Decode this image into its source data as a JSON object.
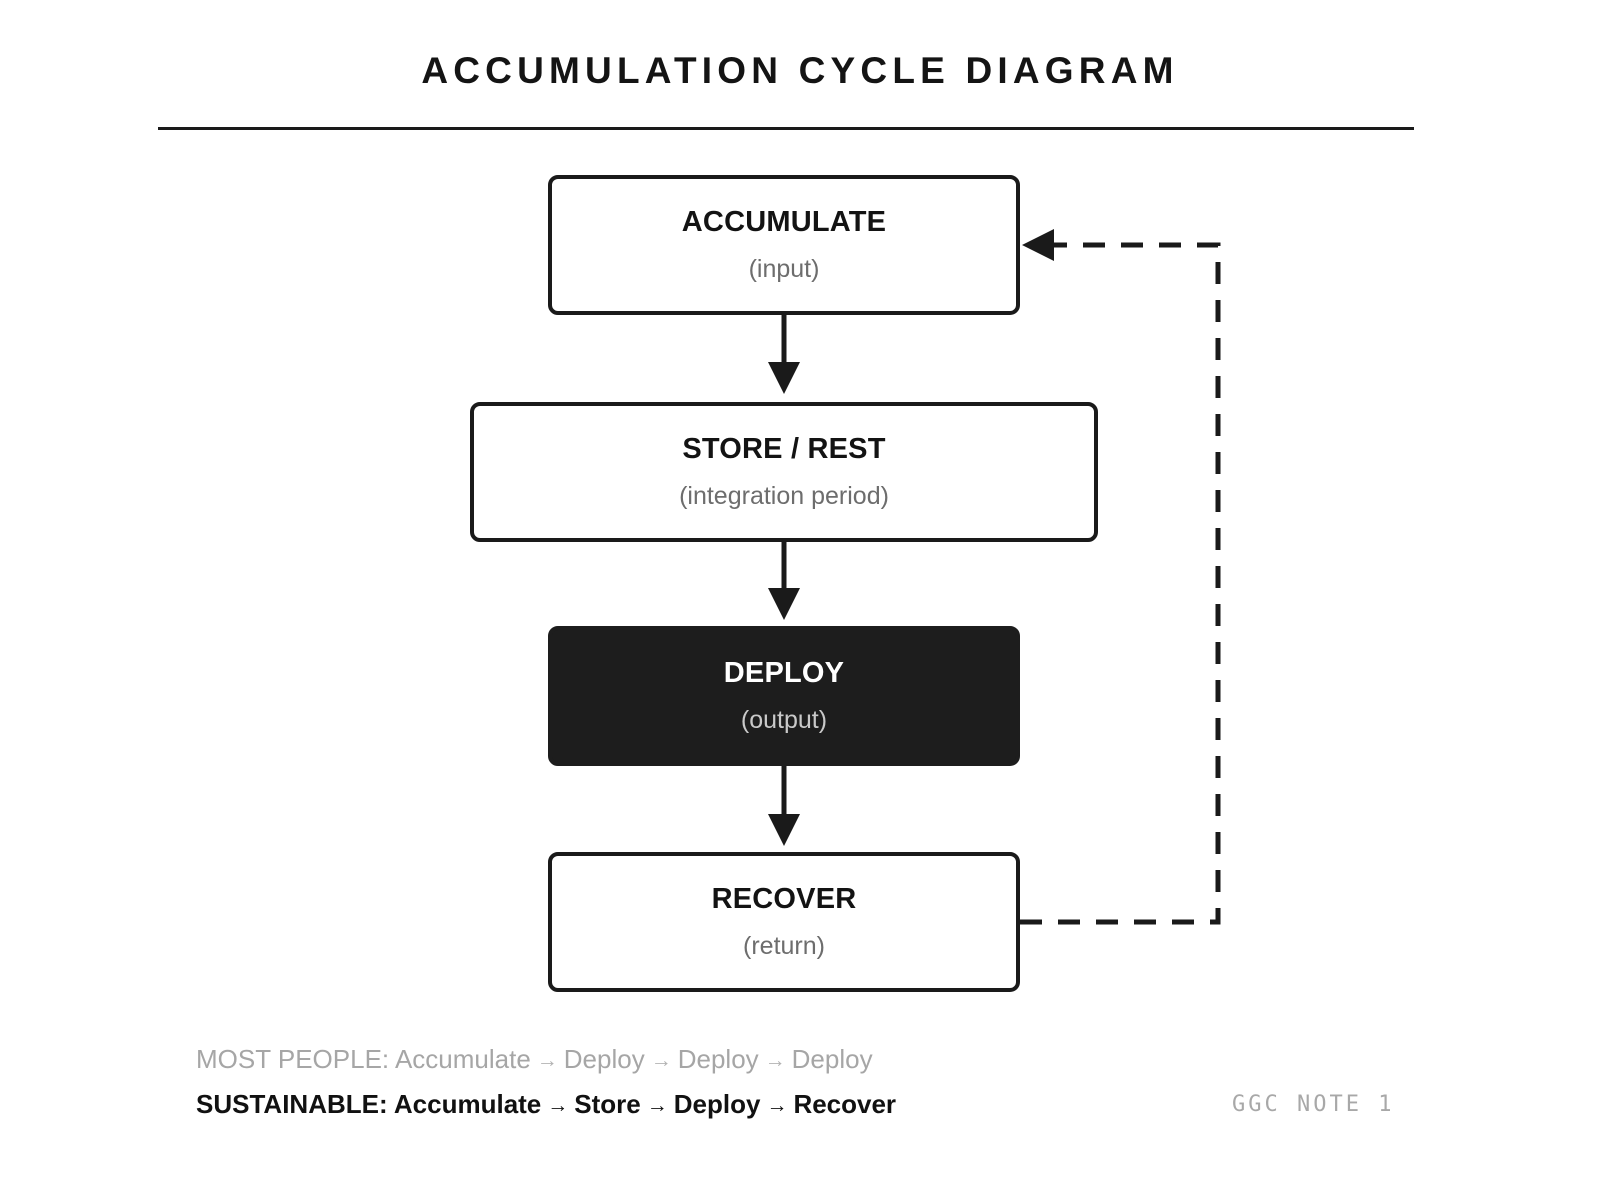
{
  "header": {
    "title": "ACCUMULATION CYCLE DIAGRAM"
  },
  "diagram": {
    "nodes": [
      {
        "id": "accumulate",
        "label": "ACCUMULATE",
        "sublabel": "(input)",
        "style": "outline"
      },
      {
        "id": "store",
        "label": "STORE / REST",
        "sublabel": "(integration period)",
        "style": "outline"
      },
      {
        "id": "deploy",
        "label": "DEPLOY",
        "sublabel": "(output)",
        "style": "filled"
      },
      {
        "id": "recover",
        "label": "RECOVER",
        "sublabel": "(return)",
        "style": "outline"
      }
    ],
    "edges": [
      {
        "from": "accumulate",
        "to": "store",
        "kind": "solid",
        "arrow": "down"
      },
      {
        "from": "store",
        "to": "deploy",
        "kind": "solid",
        "arrow": "down"
      },
      {
        "from": "deploy",
        "to": "recover",
        "kind": "solid",
        "arrow": "down"
      },
      {
        "from": "recover",
        "to": "accumulate",
        "kind": "dashed",
        "arrow": "left",
        "routing": "right-loop"
      }
    ]
  },
  "footer": {
    "most_people": {
      "prefix": "MOST PEOPLE:",
      "steps": [
        "Accumulate",
        "Deploy",
        "Deploy",
        "Deploy"
      ],
      "separator": "→"
    },
    "sustainable": {
      "prefix": "SUSTAINABLE:",
      "steps": [
        "Accumulate",
        "Store",
        "Deploy",
        "Recover"
      ],
      "separator": "→"
    },
    "note": "GGC NOTE 1"
  },
  "colors": {
    "ink": "#1a1a1a",
    "filled_box": "#1d1d1d",
    "muted_text": "#6d6d6d",
    "faint_text": "#a6a6a6",
    "background": "#ffffff"
  }
}
